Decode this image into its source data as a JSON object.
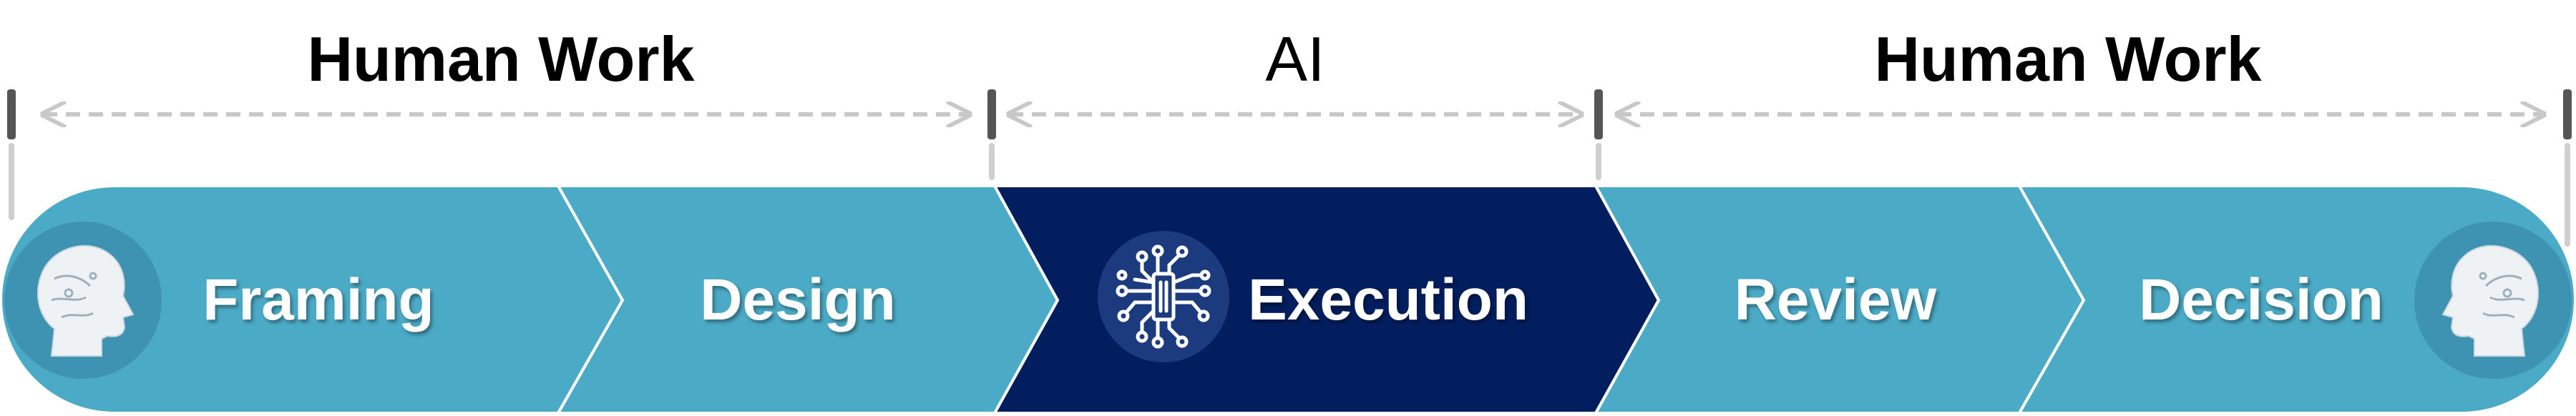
{
  "headers": {
    "left": "Human Work",
    "middle": "AI",
    "right": "Human Work"
  },
  "stages": [
    {
      "label": "Framing",
      "kind": "human"
    },
    {
      "label": "Design",
      "kind": "human"
    },
    {
      "label": "Execution",
      "kind": "ai"
    },
    {
      "label": "Review",
      "kind": "human"
    },
    {
      "label": "Decision",
      "kind": "human"
    }
  ],
  "icons": {
    "left": "human-head-icon",
    "middle": "ai-chip-icon",
    "right": "human-head-icon"
  },
  "colors": {
    "human_stage": "#4BAAC6",
    "ai_stage": "#031E5E",
    "divider": "#555555",
    "arrow": "#c8c8c8"
  }
}
